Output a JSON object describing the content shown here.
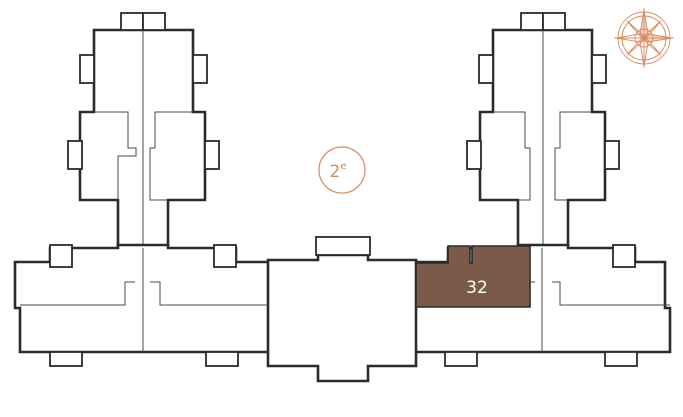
{
  "floor": {
    "label": "2",
    "suffix": "e"
  },
  "units": [
    {
      "id": "unit-32",
      "label": "32",
      "highlighted": true
    }
  ],
  "colors": {
    "highlight": "#7c5a49",
    "accent": "#d9895e",
    "wall": "#2b2b2b"
  },
  "icons": {
    "compass": "compass-rose-icon"
  }
}
